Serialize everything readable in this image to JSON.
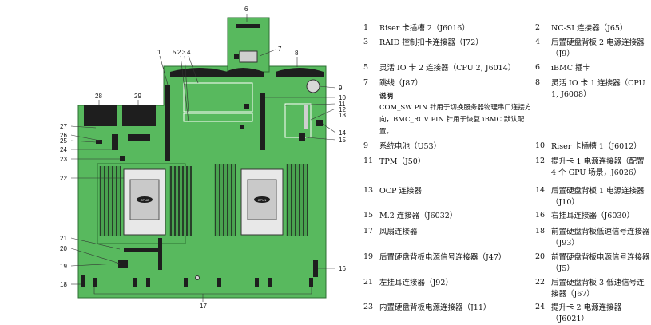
{
  "diagram": {
    "cpu_labels": [
      "CPU2",
      "CPU1"
    ],
    "callouts": [
      "1",
      "2",
      "3",
      "4",
      "5",
      "6",
      "7",
      "8",
      "9",
      "10",
      "11",
      "12",
      "13",
      "14",
      "15",
      "16",
      "17",
      "18",
      "19",
      "20",
      "21",
      "22",
      "23",
      "24",
      "25",
      "26",
      "27",
      "28",
      "29"
    ]
  },
  "legend": {
    "rows": [
      {
        "left": {
          "num": "1",
          "text": "Riser 卡插槽 2（J6016）"
        },
        "right": {
          "num": "2",
          "text": "NC-SI 连接器（J65）"
        }
      },
      {
        "left": {
          "num": "3",
          "text": "RAID 控制扣卡连接器（J72）"
        },
        "right": {
          "num": "4",
          "text": "后置硬盘背板 2 电源连接器（J9）"
        }
      },
      {
        "left": {
          "num": "5",
          "text": "灵活 IO 卡 2 连接器（CPU 2, J6014）"
        },
        "right": {
          "num": "6",
          "text": "iBMC 插卡"
        }
      },
      {
        "left": {
          "num": "7",
          "text": "跳线（J87）"
        },
        "right": {
          "num": "8",
          "text": "灵活 IO 卡 1 连接器（CPU 1, J6008）"
        }
      },
      {
        "left": {
          "num": "9",
          "text": "系统电池（U53）"
        },
        "right": {
          "num": "10",
          "text": "Riser 卡插槽 1（J6012）"
        }
      },
      {
        "left": {
          "num": "11",
          "text": "TPM（J50）"
        },
        "right": {
          "num": "12",
          "text": "提升卡 1 电源连接器（配置 4 个 GPU 场景，J6026）"
        }
      },
      {
        "left": {
          "num": "13",
          "text": "OCP 连接器"
        },
        "right": {
          "num": "14",
          "text": "后置硬盘背板 1 电源连接器（J10）"
        }
      },
      {
        "left": {
          "num": "15",
          "text": "M.2 连接器（J6032）"
        },
        "right": {
          "num": "16",
          "text": "右挂耳连接器（J6030）"
        }
      },
      {
        "left": {
          "num": "17",
          "text": "风扇连接器"
        },
        "right": {
          "num": "18",
          "text": "前置硬盘背板低速信号连接器（J93）"
        }
      },
      {
        "left": {
          "num": "19",
          "text": "后置硬盘背板电源信号连接器（J47）"
        },
        "right": {
          "num": "20",
          "text": "前置硬盘背板电源信号连接器（J5）"
        }
      },
      {
        "left": {
          "num": "21",
          "text": "左挂耳连接器（J92）"
        },
        "right": {
          "num": "22",
          "text": "后置硬盘背板 3 低速信号连接器（J67）"
        }
      },
      {
        "left": {
          "num": "23",
          "text": "内置硬盘背板电源连接器（J11）"
        },
        "right": {
          "num": "24",
          "text": "提升卡 2 电源连接器（J6021）"
        }
      }
    ],
    "note": {
      "title": "说明",
      "lines": [
        "COM_SW PIN 针用于切换服务器物理串口连接方",
        "向，BMC_RCV PIN 针用于恢复 iBMC 默认配",
        "置。"
      ]
    }
  }
}
